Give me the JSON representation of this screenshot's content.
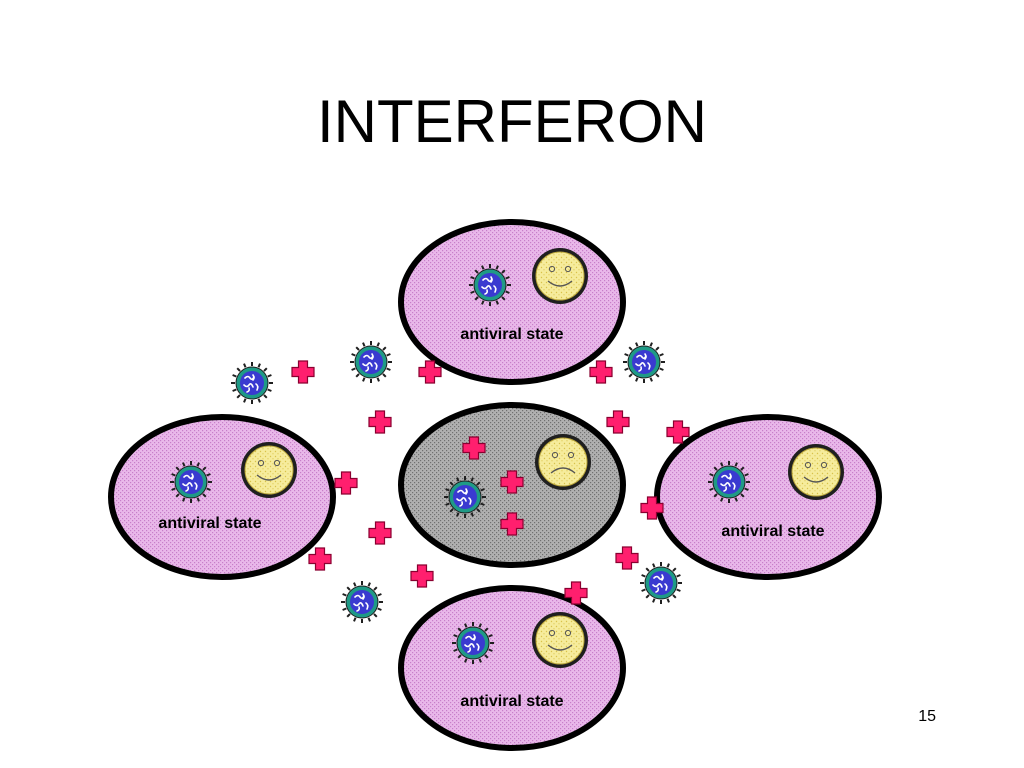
{
  "slide": {
    "title": "INTERFERON",
    "page_number": "15"
  },
  "cells": [
    {
      "id": "top",
      "state_label": "antiviral state",
      "face": "happy",
      "status": "protected"
    },
    {
      "id": "left",
      "state_label": "antiviral state",
      "face": "happy",
      "status": "protected"
    },
    {
      "id": "right",
      "state_label": "antiviral state",
      "face": "happy",
      "status": "protected"
    },
    {
      "id": "bottom",
      "state_label": "antiviral state",
      "face": "happy",
      "status": "protected"
    },
    {
      "id": "center",
      "state_label": "",
      "face": "sad",
      "status": "infected"
    }
  ],
  "icons": {
    "virus": "virus-icon",
    "interferon": "interferon-cross-icon",
    "happy_face": "happy-face-icon",
    "sad_face": "sad-face-icon"
  },
  "colors": {
    "healthy_cell_fill": "#e9b8ea",
    "infected_cell_fill": "#a8a8a8",
    "cell_outline": "#000000",
    "interferon": "#ff1f6e",
    "virus_core": "#3a3ad0",
    "virus_ring": "#1f9a86",
    "face_fill": "#f6ec9c"
  }
}
